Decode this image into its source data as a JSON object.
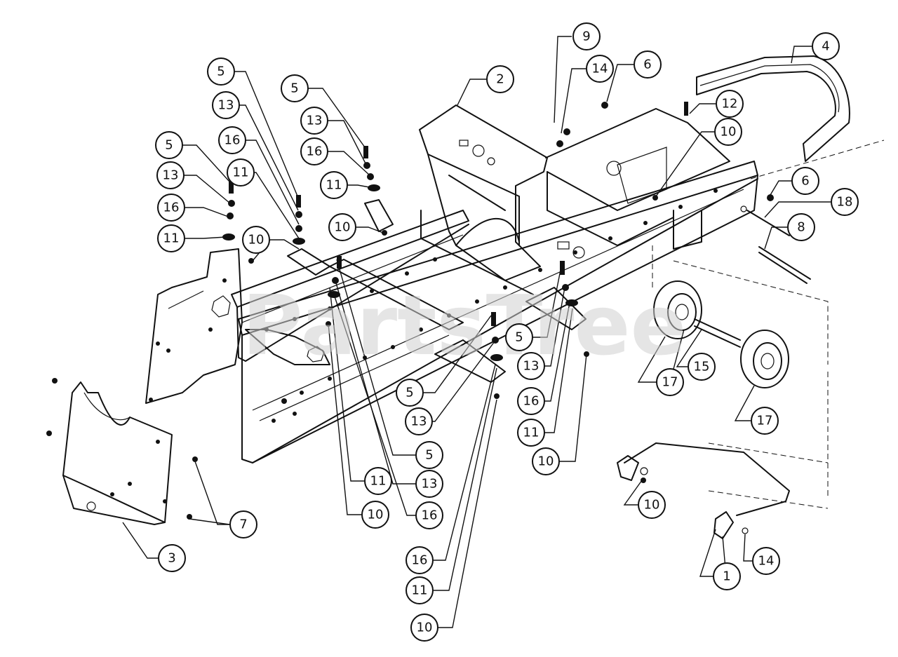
{
  "watermark": "PartsTree",
  "callouts": [
    {
      "id": "c9",
      "label": "9"
    },
    {
      "id": "c4",
      "label": "4"
    },
    {
      "id": "c14a",
      "label": "14"
    },
    {
      "id": "c6a",
      "label": "6"
    },
    {
      "id": "c2",
      "label": "2"
    },
    {
      "id": "c12",
      "label": "12"
    },
    {
      "id": "c10a",
      "label": "10"
    },
    {
      "id": "c6b",
      "label": "6"
    },
    {
      "id": "c18",
      "label": "18"
    },
    {
      "id": "c8",
      "label": "8"
    },
    {
      "id": "c5a",
      "label": "5"
    },
    {
      "id": "c13a",
      "label": "13"
    },
    {
      "id": "c16a",
      "label": "16"
    },
    {
      "id": "c11a",
      "label": "11"
    },
    {
      "id": "c5b",
      "label": "5"
    },
    {
      "id": "c13b",
      "label": "13"
    },
    {
      "id": "c16b",
      "label": "16"
    },
    {
      "id": "c11b",
      "label": "11"
    },
    {
      "id": "c10b",
      "label": "10"
    },
    {
      "id": "c5c",
      "label": "5"
    },
    {
      "id": "c13c",
      "label": "13"
    },
    {
      "id": "c16c",
      "label": "16"
    },
    {
      "id": "c11c",
      "label": "11"
    },
    {
      "id": "c10c",
      "label": "10"
    },
    {
      "id": "c5d",
      "label": "5"
    },
    {
      "id": "c13d",
      "label": "13"
    },
    {
      "id": "c16d",
      "label": "16"
    },
    {
      "id": "c11d",
      "label": "11"
    },
    {
      "id": "c10d",
      "label": "10"
    },
    {
      "id": "c17a",
      "label": "17"
    },
    {
      "id": "c15",
      "label": "15"
    },
    {
      "id": "c17b",
      "label": "17"
    },
    {
      "id": "c5e",
      "label": "5"
    },
    {
      "id": "c13e",
      "label": "13"
    },
    {
      "id": "c16e",
      "label": "16"
    },
    {
      "id": "c11e",
      "label": "11"
    },
    {
      "id": "c10e",
      "label": "10"
    },
    {
      "id": "c5f",
      "label": "5"
    },
    {
      "id": "c13f",
      "label": "13"
    },
    {
      "id": "c16f",
      "label": "16"
    },
    {
      "id": "c11f",
      "label": "11"
    },
    {
      "id": "c10f",
      "label": "10"
    },
    {
      "id": "c10g",
      "label": "10"
    },
    {
      "id": "c7",
      "label": "7"
    },
    {
      "id": "c3",
      "label": "3"
    },
    {
      "id": "c14b",
      "label": "14"
    },
    {
      "id": "c1",
      "label": "1"
    }
  ]
}
